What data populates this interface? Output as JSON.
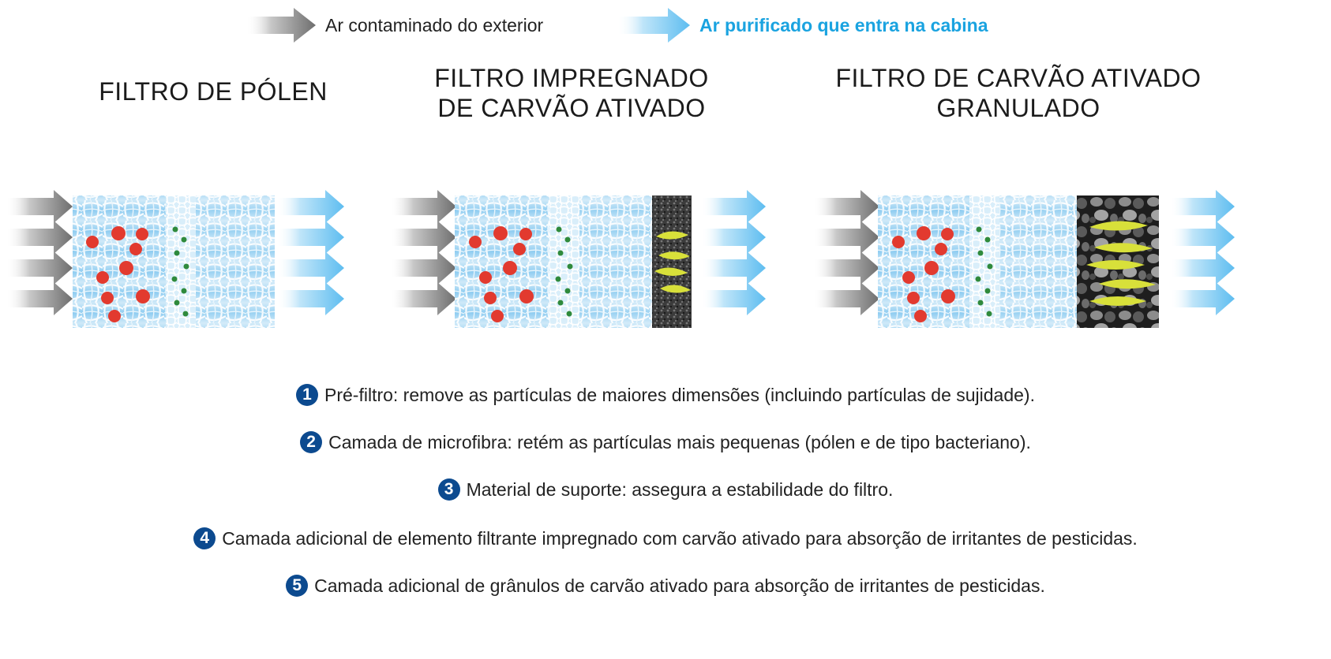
{
  "legend": {
    "contaminated": "Ar contaminado do exterior",
    "purified": "Ar purificado que entra na cabina"
  },
  "colors": {
    "layer_number_badge": "#0c4a8f",
    "purified_arrow": "#74c7f2",
    "purified_text": "#1aa3e0",
    "contaminated_arrow": "#7a7a7a",
    "pollen_particle": "#e23a2f",
    "bacteria_particle": "#2f8a3c",
    "pesticide_particle": "#d8e03a",
    "carbon_layer": "#2a2a2a"
  },
  "panels": [
    {
      "title_line1": "FILTRO DE PÓLEN",
      "title_line2": "",
      "layers": [
        "1",
        "2",
        "3"
      ]
    },
    {
      "title_line1": "FILTRO IMPREGNADO",
      "title_line2": "DE CARVÃO ATIVADO",
      "layers": [
        "1",
        "2",
        "3",
        "4"
      ]
    },
    {
      "title_line1": "FILTRO DE CARVÃO ATIVADO",
      "title_line2": "GRANULADO",
      "layers": [
        "1",
        "2",
        "3",
        "5"
      ]
    }
  ],
  "descriptions": [
    {
      "number": "1",
      "text": "Pré-filtro: remove as partículas de maiores dimensões (incluindo partículas de sujidade)."
    },
    {
      "number": "2",
      "text": "Camada de microfibra: retém as partículas mais pequenas (pólen e de tipo bacteriano)."
    },
    {
      "number": "3",
      "text": "Material de suporte: assegura a estabilidade do filtro."
    },
    {
      "number": "4",
      "text": "Camada adicional de elemento filtrante impregnado com carvão ativado para absorção de irritantes de pesticidas."
    },
    {
      "number": "5",
      "text": "Camada adicional de grânulos de carvão ativado para absorção de irritantes de pesticidas."
    }
  ]
}
